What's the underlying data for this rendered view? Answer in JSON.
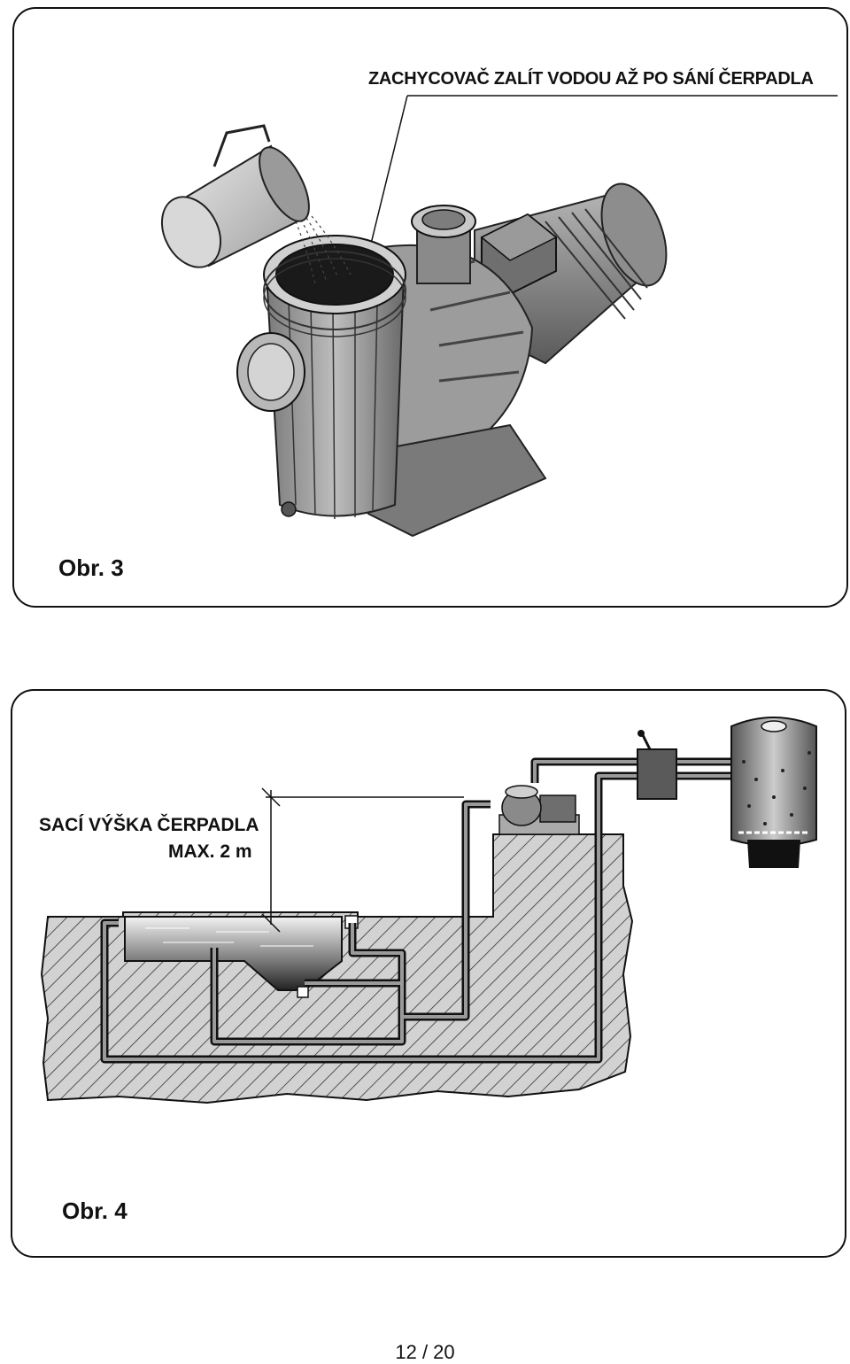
{
  "figure3": {
    "caption": "ZACHYCOVAČ ZALÍT VODOU AŽ PO SÁNÍ ČERPADLA",
    "label": "Obr. 3",
    "illustration_icon": "pump-priming-illustration"
  },
  "figure4": {
    "caption_line1": "SACÍ VÝŠKA ČERPADLA",
    "caption_line2": "MAX.  2 m",
    "label": "Obr. 4",
    "illustration_icon": "pool-circulation-diagram"
  },
  "footer": {
    "page_number": "12 / 20"
  }
}
